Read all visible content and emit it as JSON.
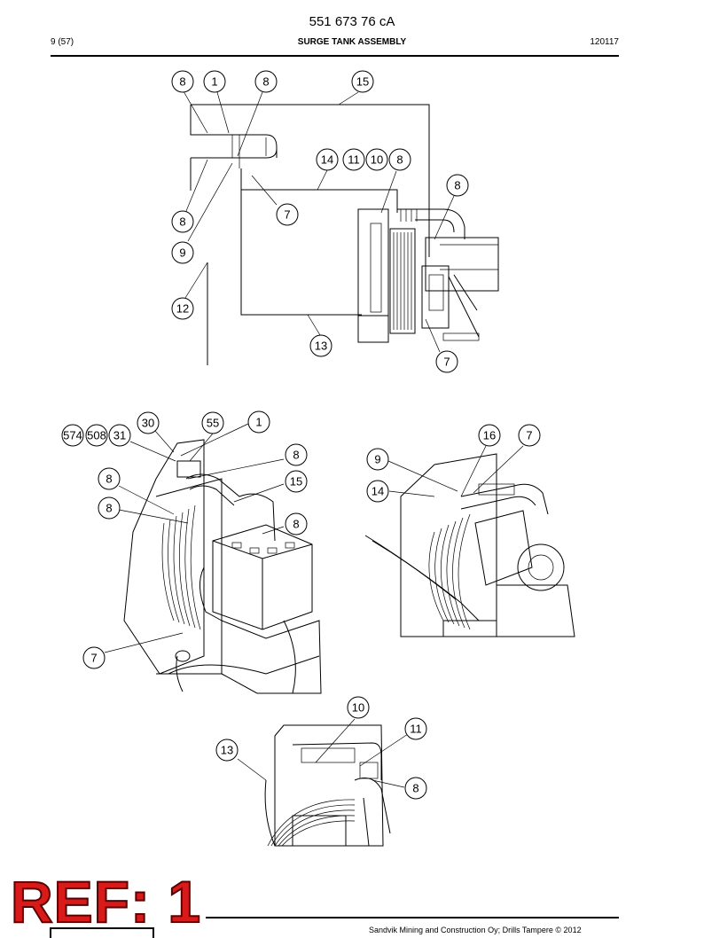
{
  "header": {
    "document_number": "551 673 76 cA",
    "page": "9 (57)",
    "title": "SURGE TANK ASSEMBLY",
    "date_code": "120117"
  },
  "footer": {
    "copyright": "Sandvik Mining and Construction Oy; Drills Tampere © 2012",
    "stamp": "REF: 1"
  },
  "callouts": {
    "top_view": [
      "8",
      "1",
      "8",
      "15",
      "14",
      "11",
      "10",
      "8",
      "8",
      "8",
      "7",
      "9",
      "12",
      "13",
      "7"
    ],
    "left_view": [
      "574",
      "508",
      "31",
      "30",
      "55",
      "1",
      "8",
      "8",
      "15",
      "8",
      "8",
      "7"
    ],
    "right_view": [
      "16",
      "7",
      "9",
      "14"
    ],
    "bottom_view": [
      "10",
      "11",
      "13",
      "8"
    ]
  }
}
